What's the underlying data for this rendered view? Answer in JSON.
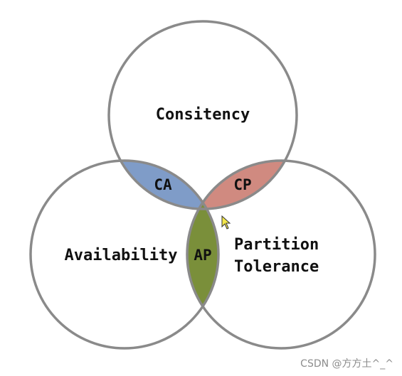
{
  "diagram": {
    "circles": {
      "consistency": "Consitency",
      "availability": "Availability",
      "partition_line1": "Partition",
      "partition_line2": "Tolerance"
    },
    "intersections": {
      "ca": "CA",
      "cp": "CP",
      "ap": "AP"
    },
    "colors": {
      "ca": "#7f9cc8",
      "cp": "#d08a80",
      "ap": "#7a8f3a",
      "outline": "#8a8a8a"
    },
    "icons": [
      "cursor-icon"
    ]
  },
  "watermark": "CSDN @方方土^_^"
}
